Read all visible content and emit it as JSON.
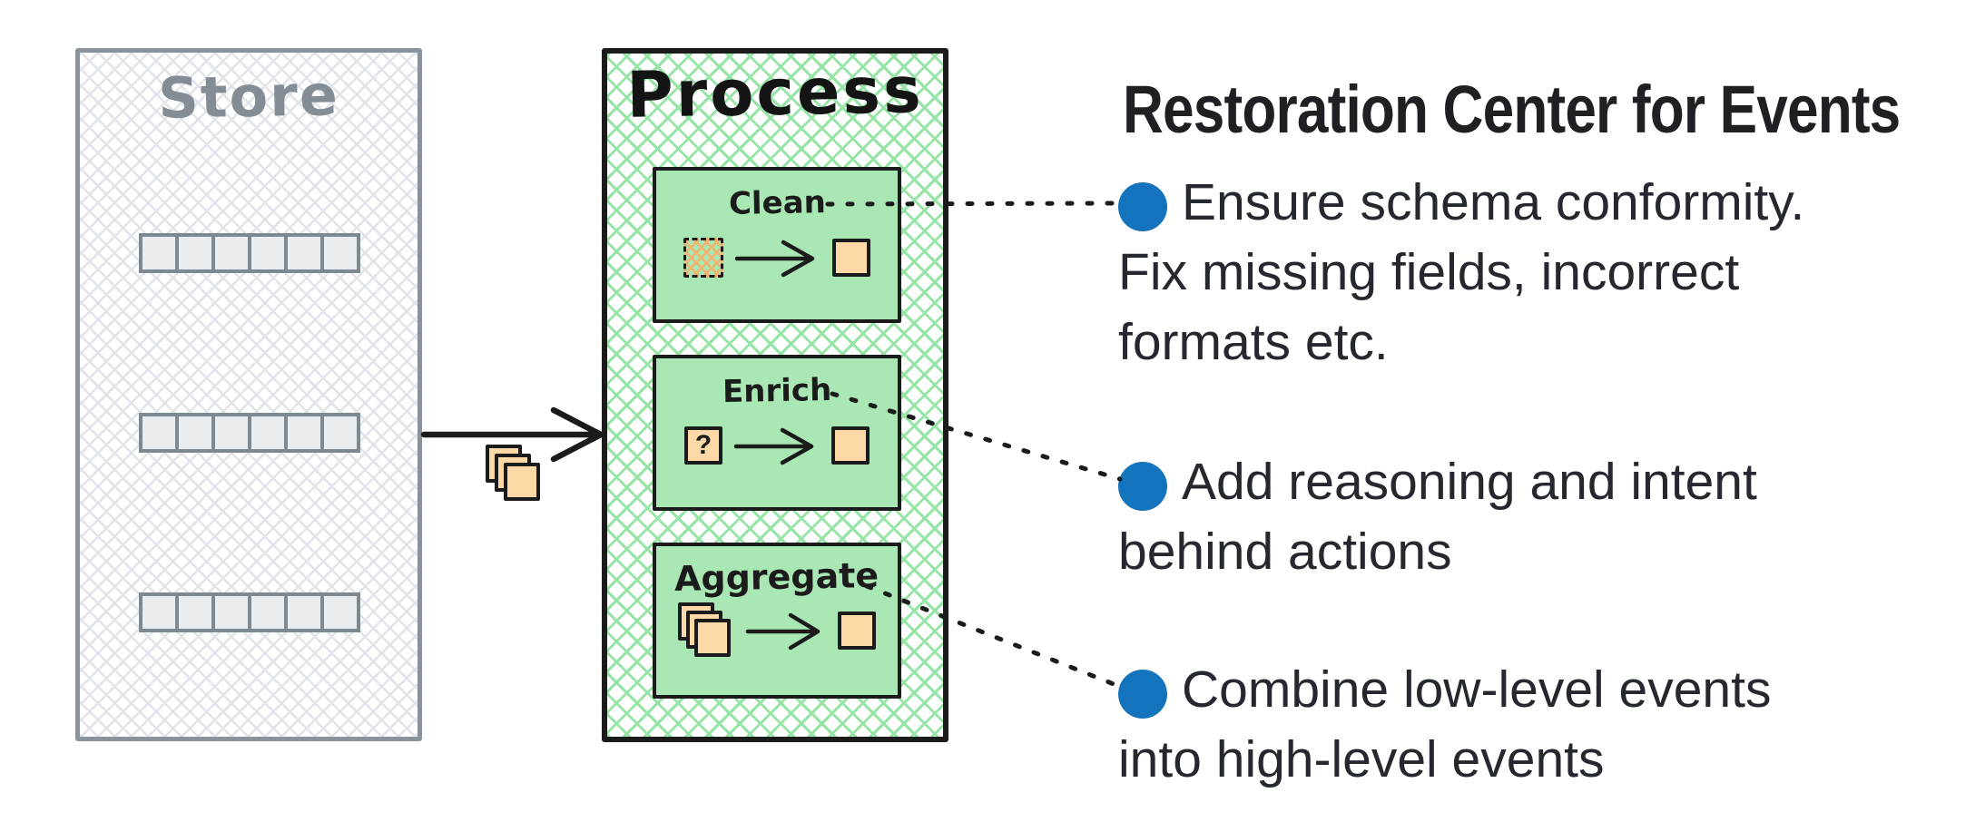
{
  "store": {
    "title": "Store",
    "rows": 3,
    "cells_per_row": 6
  },
  "process": {
    "title": "Process",
    "steps": [
      {
        "label": "Clean"
      },
      {
        "label": "Enrich",
        "icon_text": "?"
      },
      {
        "label": "Aggregate"
      }
    ]
  },
  "panel": {
    "title": "Restoration Center for Events",
    "bullets": [
      {
        "lines": [
          "Ensure schema conformity.",
          "Fix missing fields, incorrect",
          "formats etc."
        ]
      },
      {
        "lines": [
          "Add reasoning and intent",
          "behind actions"
        ]
      },
      {
        "lines": [
          "Combine low-level events",
          "into high-level events"
        ]
      }
    ]
  },
  "colors": {
    "accent_blue": "#1373bc",
    "step_green_fill": "#a9e8b4",
    "process_hatch_green": "#96e4a6",
    "event_orange_fill": "#fcd9a6",
    "store_gray": "#7e8890",
    "ink": "#1b1b1b"
  }
}
